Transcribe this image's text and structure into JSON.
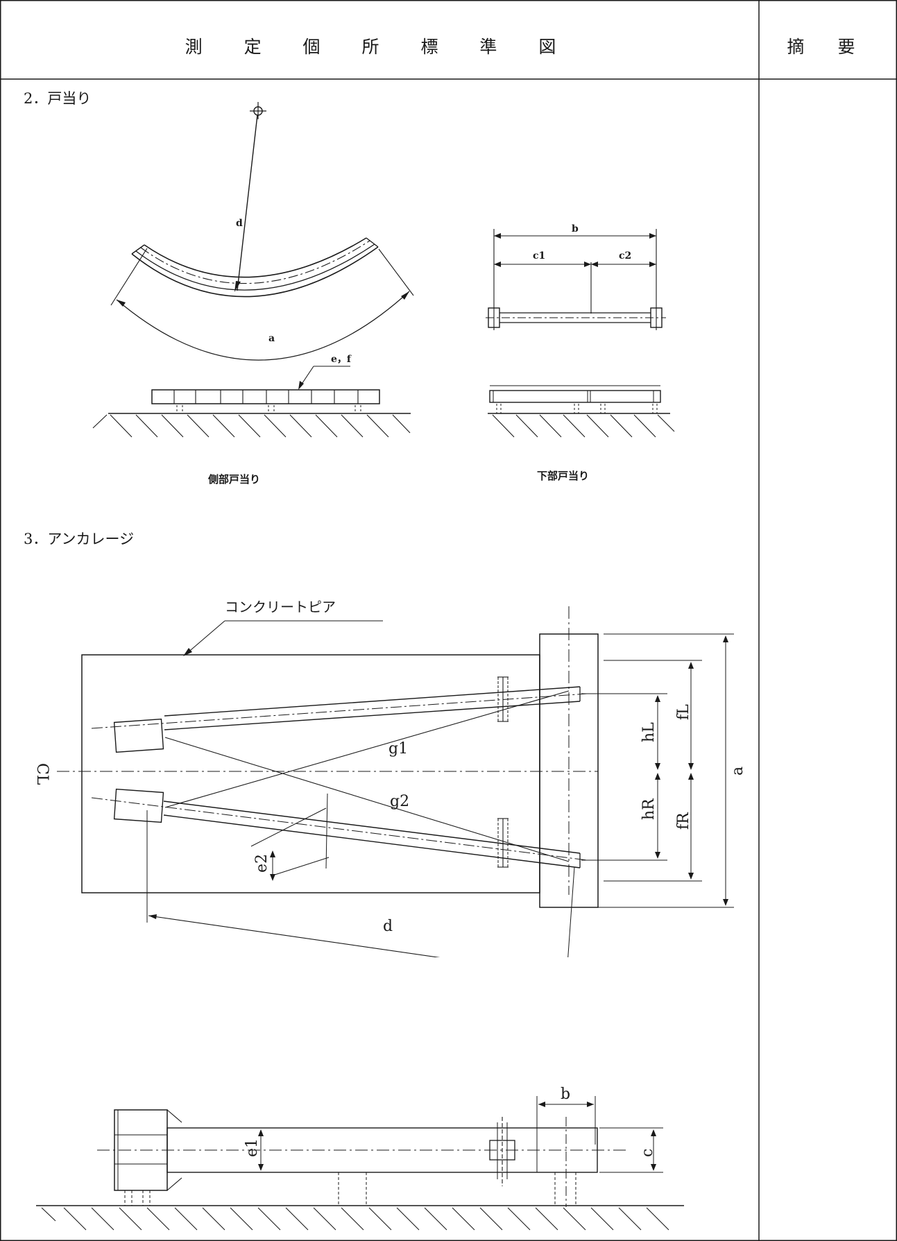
{
  "header": {
    "title": "測 定 個 所 標 準 図",
    "remarks": "摘 要"
  },
  "section2": {
    "heading": "2．戸当り",
    "side": {
      "caption": "側部戸当り",
      "label_a": "a",
      "label_d": "d",
      "label_ef": "e，f"
    },
    "bottom": {
      "caption": "下部戸当り",
      "label_b": "b",
      "label_c1": "c1",
      "label_c2": "c2"
    }
  },
  "section3": {
    "heading": "3．アンカレージ",
    "pier_label": "コンクリートピア",
    "plan": {
      "cl": "CL",
      "g1": "g1",
      "g2": "g2",
      "hL": "hL",
      "hR": "hR",
      "fL": "fL",
      "fR": "fR",
      "a": "a",
      "d": "d",
      "e2": "e2"
    },
    "elevation": {
      "b": "b",
      "c": "c",
      "e1": "e1"
    }
  }
}
